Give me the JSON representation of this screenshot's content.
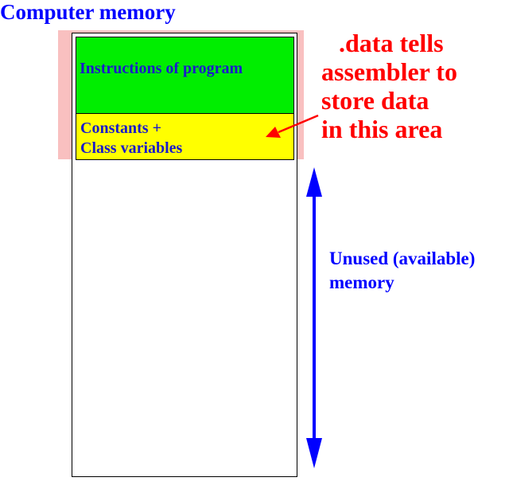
{
  "title": "Computer memory",
  "segments": {
    "instructions": "Instructions of program",
    "data_line1": "Constants +",
    "data_line2": "Class variables"
  },
  "annotation": {
    "line1": ".data tells",
    "line2": "assembler to",
    "line3": "store data",
    "line4": "in this area"
  },
  "unused": {
    "line1": "Unused (available)",
    "line2": "memory"
  },
  "colors": {
    "title": "#0000ff",
    "highlight": "#f9c0c0",
    "instructions_fill": "#00ee00",
    "data_fill": "#ffff00",
    "segment_text": "#1a1acc",
    "annotation": "#ff0000",
    "unused_text": "#0000ff",
    "arrow_blue": "#0000ff",
    "arrow_red": "#ff0000"
  }
}
